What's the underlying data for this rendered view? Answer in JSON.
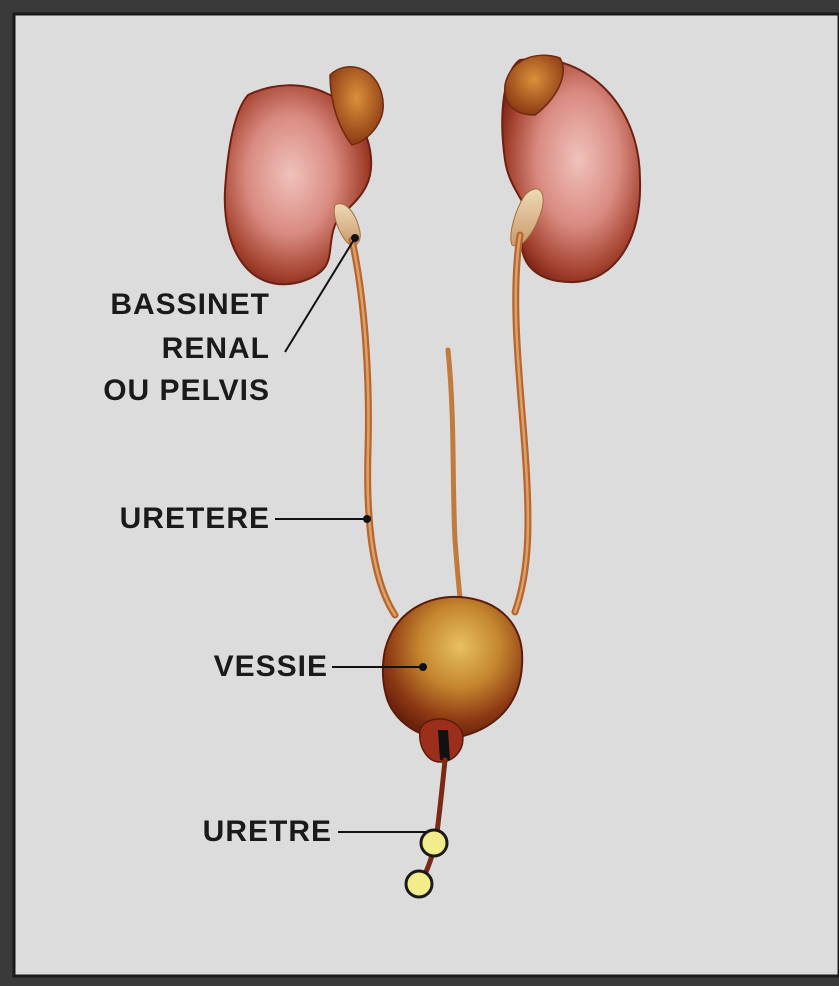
{
  "labels": {
    "bassinet_line1": "BASSINET",
    "bassinet_line2": "RENAL",
    "bassinet_line3": "OU PELVIS",
    "uretere": "URETERE",
    "vessie": "VESSIE",
    "uretre": "URETRE"
  },
  "colors": {
    "panel_bg": "#dcdcdc",
    "frame": "#2a2a2a",
    "kidney_light": "#e8a9a0",
    "kidney_dark": "#8a2a1a",
    "ureter": "#b05a2a",
    "bladder_light": "#d9a64a",
    "bladder_dark": "#7a2b10",
    "sphincter": "#f3ec8a"
  }
}
